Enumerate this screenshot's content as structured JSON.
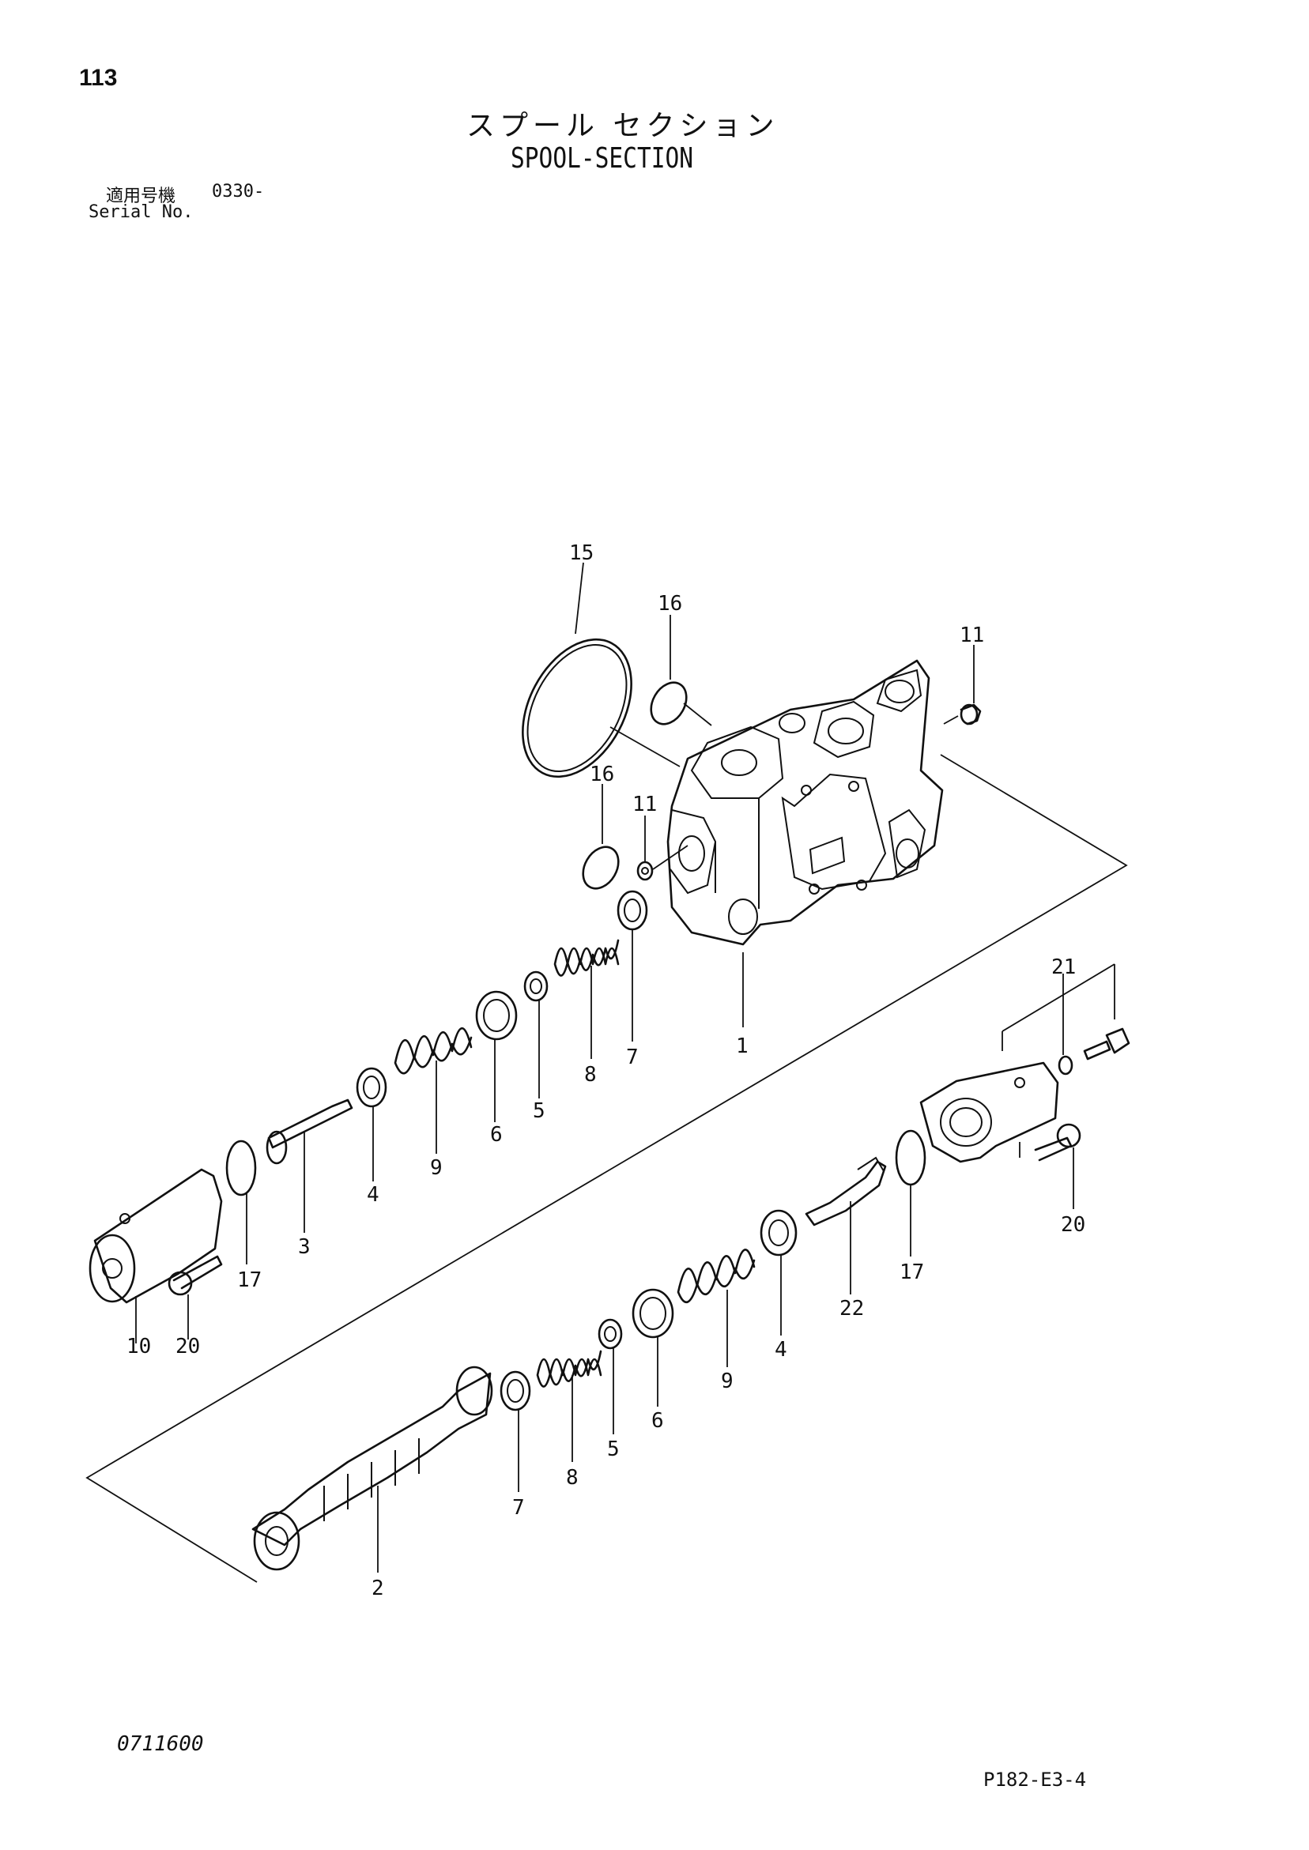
{
  "header": {
    "page_number": "113",
    "title_jp": "スプール セクション",
    "title_en": "SPOOL-SECTION",
    "serial_label_jp": "適用号機",
    "serial_value": "0330-",
    "serial_label_en": "Serial No."
  },
  "footer": {
    "document_code": "0711600",
    "plate_code": "P182-E3-4"
  },
  "callouts": {
    "c1": "1",
    "c2": "2",
    "c3": "3",
    "c4a": "4",
    "c4b": "4",
    "c5a": "5",
    "c5b": "5",
    "c6a": "6",
    "c6b": "6",
    "c7a": "7",
    "c7b": "7",
    "c8a": "8",
    "c8b": "8",
    "c9a": "9",
    "c9b": "9",
    "c10": "10",
    "c11a": "11",
    "c11b": "11",
    "c15": "15",
    "c16a": "16",
    "c16b": "16",
    "c17a": "17",
    "c17b": "17",
    "c20a": "20",
    "c20b": "20",
    "c21": "21",
    "c22": "22"
  }
}
